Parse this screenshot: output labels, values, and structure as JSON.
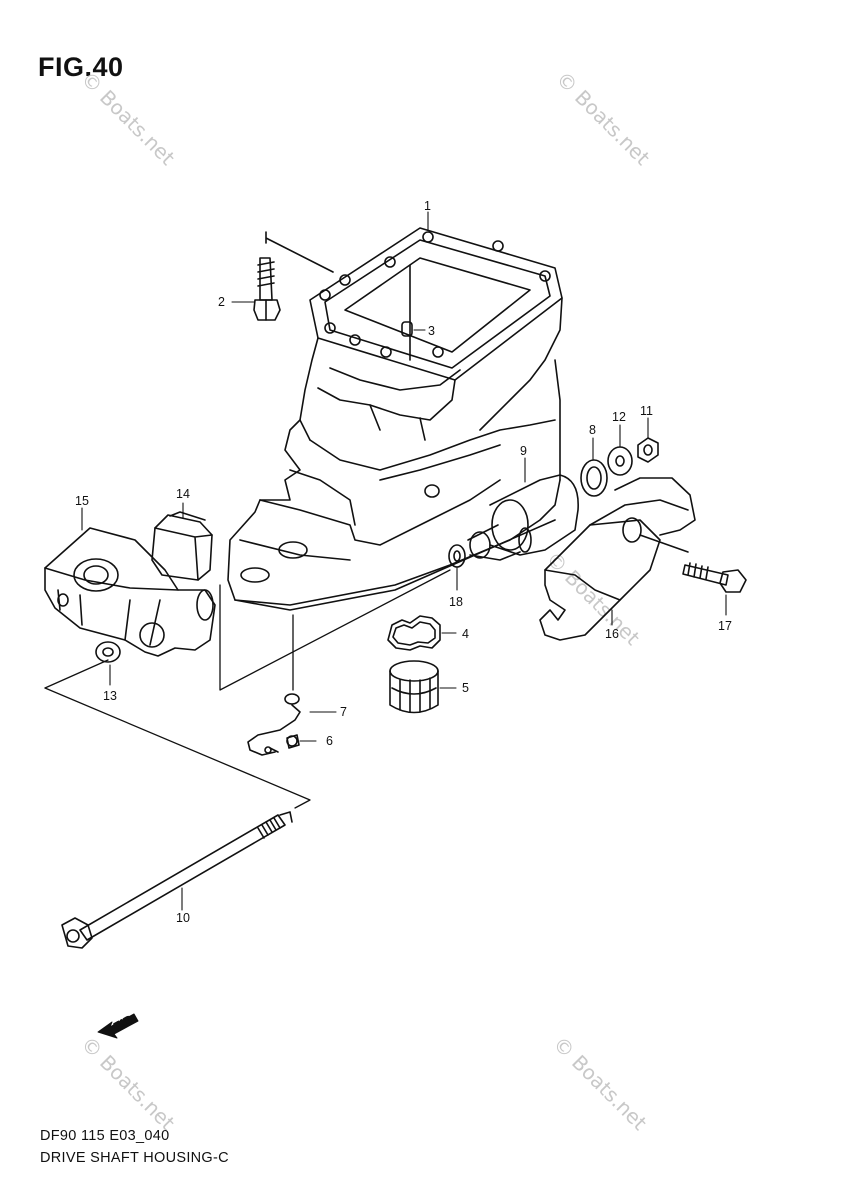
{
  "figure_title": "FIG.40",
  "diagram_code": "DF90 115 E03_040",
  "diagram_name": "DRIVE SHAFT HOUSING-C",
  "watermark": "© Boats.net",
  "fwd_label": "FWD",
  "callouts": {
    "c1": "1",
    "c2": "2",
    "c3": "3",
    "c4": "4",
    "c5": "5",
    "c6": "6",
    "c7": "7",
    "c8": "8",
    "c9": "9",
    "c10": "10",
    "c11": "11",
    "c12": "12",
    "c13": "13",
    "c14": "14",
    "c15": "15",
    "c16": "16",
    "c17": "17",
    "c18": "18"
  }
}
